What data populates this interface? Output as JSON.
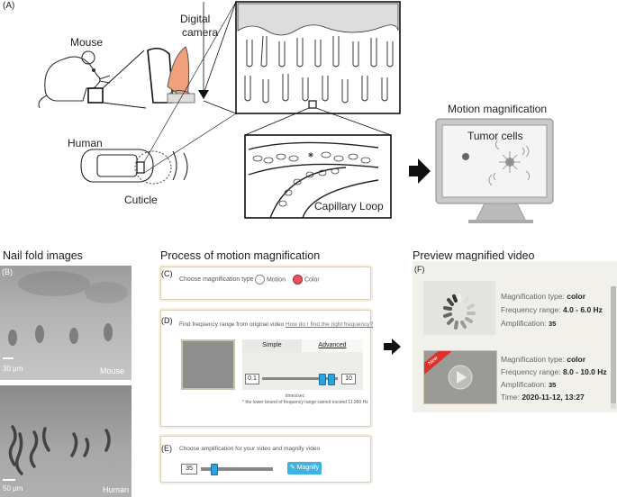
{
  "panel_labels": {
    "a": "(A)",
    "b": "(B)",
    "c": "(C)",
    "d": "(D)",
    "e": "(E)",
    "f": "(F)"
  },
  "schematic": {
    "mouse": "Mouse",
    "digital_camera_line1": "Digital",
    "digital_camera_line2": "camera",
    "human": "Human",
    "cuticle": "Cuticle",
    "capillary_loop": "Capillary Loop",
    "motion_magnification": "Motion magnification",
    "tumor_cells": "Tumor cells"
  },
  "section_titles": {
    "nail_fold": "Nail fold images",
    "process": "Process of motion magnification",
    "preview": "Preview magnified video"
  },
  "nailfold_images": {
    "top_scale": "30 μm",
    "top_label": "Mouse",
    "bottom_scale": "50 μm",
    "bottom_label": "Human"
  },
  "step_c": {
    "prompt": "Choose magnification type",
    "option_motion": "Motion",
    "option_color": "Color",
    "selected": "Color"
  },
  "step_d": {
    "prompt": "Find frequency range from original video",
    "help_link": "How do I find the right frequency?",
    "tab_simple": "Simple",
    "tab_advanced": "Advanced",
    "min_value": "0.1",
    "max_value": "10",
    "axis_unit": "times/sec",
    "note": "* the lower bound of frequency range cannot exceed 11.990 Hz",
    "range_low_fraction": 0.78,
    "range_high_fraction": 0.9
  },
  "step_e": {
    "prompt": "Choose amplification for your video and magnify video",
    "amplification_value": "35",
    "magnify_button": "✎ Magnify",
    "level_fraction": 0.18
  },
  "preview": {
    "items": [
      {
        "type_key": "Magnification type:",
        "type_val": "color",
        "freq_key": "Frequency range:",
        "freq_val": "4.0 - 6.0 Hz",
        "amp_key": "Amplification:",
        "amp_val": "35",
        "status_icon": "loading-spinner-icon"
      },
      {
        "badge": "New",
        "type_key": "Magnification type:",
        "type_val": "color",
        "freq_key": "Frequency range:",
        "freq_val": "8.0 - 10.0 Hz",
        "amp_key": "Amplification:",
        "amp_val": "35",
        "time_key": "Time:",
        "time_val": "2020-11-12, 13:27",
        "status_icon": "play-icon"
      }
    ]
  },
  "colors": {
    "accent": "#3fb3e0",
    "selected_radio": "#e05563",
    "nail": "#f0a07a",
    "new_badge": "#d9332b"
  }
}
